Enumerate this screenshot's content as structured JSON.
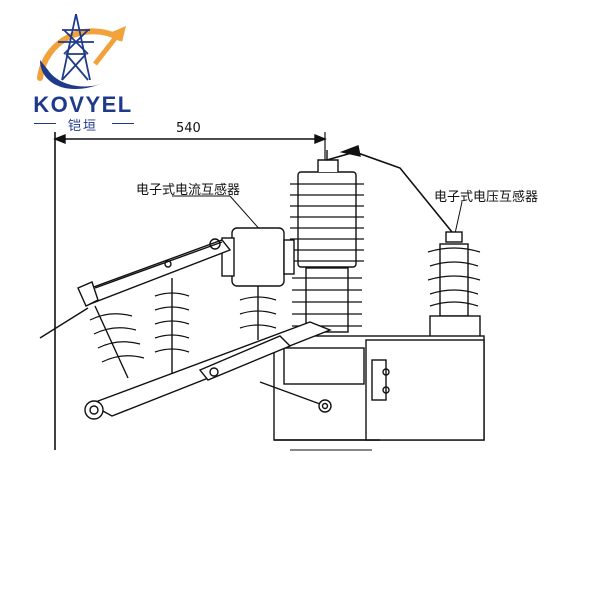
{
  "logo": {
    "wordmark": "KOVYEL",
    "subtitle_cn": "铠垣",
    "icon": "transmission-tower-arrow-icon",
    "colors": {
      "primary": "#1f3a8a",
      "accent": "#f2a23a"
    }
  },
  "drawing": {
    "dimension_label": "540",
    "callouts": {
      "current_transformer": "电子式电流互感器",
      "voltage_transformer": "电子式电压互感器"
    }
  }
}
